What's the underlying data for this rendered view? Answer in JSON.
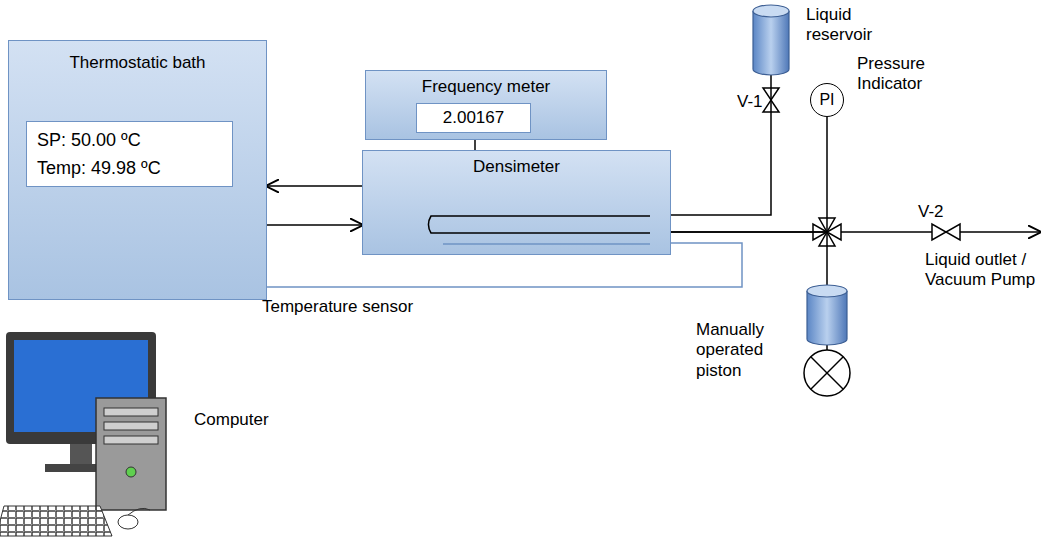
{
  "diagram": {
    "nodes": [
      {
        "text": [
          "Thermostatic bath"
        ]
      },
      {
        "text": [
          "SP: 50.00 ºC",
          "Temp: 49.98 ºC"
        ],
        "in": 0
      },
      {
        "text": [
          "Frequency meter"
        ]
      },
      {
        "text": [
          "2.00167"
        ],
        "in": 2
      },
      {
        "text": [
          "Densimeter"
        ]
      },
      {
        "text": [
          "Liquid reservoir"
        ]
      },
      {
        "text": [
          "PI",
          "Pressure Indicator"
        ]
      },
      {
        "text": [
          "Manually operated piston"
        ]
      }
    ],
    "edges": [
      {
        "from": 4,
        "to": 0,
        "arrow": "to"
      },
      {
        "from": 0,
        "to": 4,
        "arrow": "to"
      },
      {
        "from": 2,
        "to": 4,
        "arrow": "none"
      },
      {
        "from": 4,
        "to": 5,
        "arrow": "none"
      },
      {
        "from": 4,
        "to": 6,
        "arrow": "none"
      },
      {
        "from": 4,
        "to": 7,
        "arrow": "none"
      }
    ],
    "labels": [
      "V-1",
      "Temperature sensor",
      "V-2",
      "Liquid outlet / Vacuum Pump",
      "Computer"
    ]
  }
}
